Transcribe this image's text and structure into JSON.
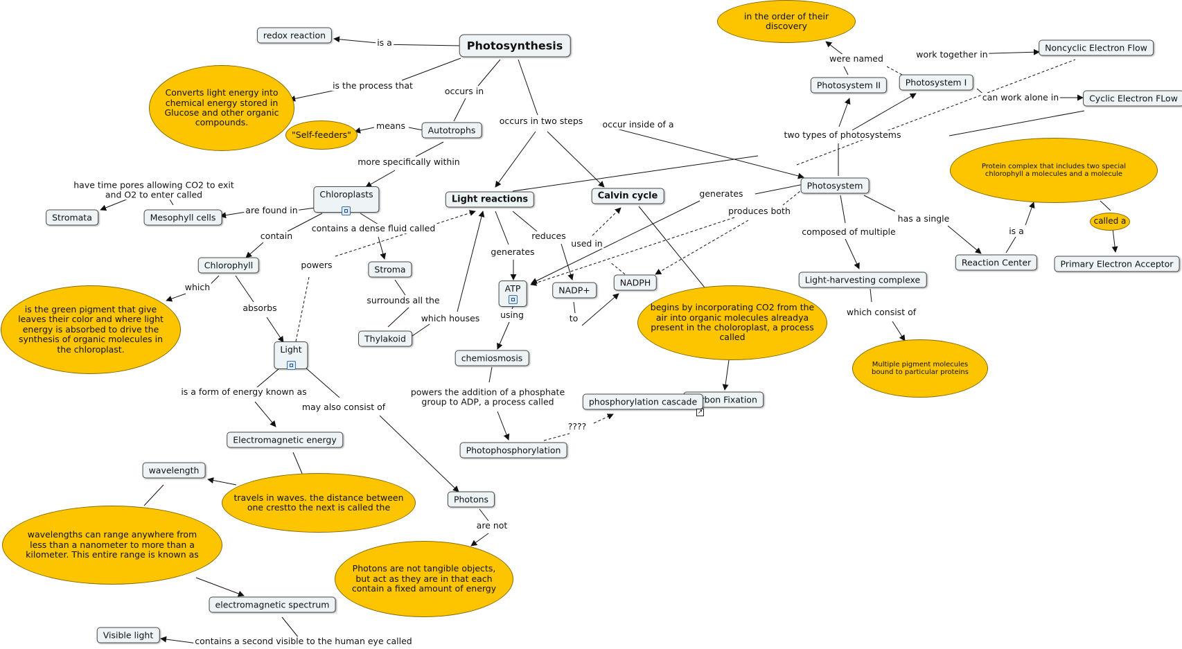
{
  "colors": {
    "concept_fill": "#eef4f6",
    "ellipse_fill": "#fcc500",
    "line": "#111111"
  },
  "nodes": {
    "photosynthesis": "Photosynthesis",
    "redox": "redox reaction",
    "autotrophs": "Autotrophs",
    "self_feeders": "\"Self-feeders\"",
    "chloroplasts": "Chloroplasts",
    "mesophyll": "Mesophyll cells",
    "stromata": "Stromata",
    "chlorophyll": "Chlorophyll",
    "stroma": "Stroma",
    "thylakoid": "Thylakoid",
    "light": "Light",
    "light_reactions": "Light reactions",
    "calvin_cycle": "Calvin cycle",
    "atp": "ATP",
    "nadp_plus": "NADP+",
    "nadph": "NADPH",
    "chemiosmosis": "chemiosmosis",
    "photophosphorylation": "Photophosphorylation",
    "phosphorylation_cascade": "phosphorylation cascade",
    "carbon_fixation": "Carbon Fixation",
    "em_energy": "Electromagnetic energy",
    "wavelength": "wavelength",
    "photons": "Photons",
    "em_spectrum": "electromagnetic spectrum",
    "visible_light": "Visible light",
    "photosystem": "Photosystem",
    "photosystem_ii": "Photosystem II",
    "photosystem_i": "Photosystem I",
    "noncyclic": "Noncyclic Electron Flow",
    "cyclic": "Cyclic Electron FLow",
    "light_harvesting": "Light-harvesting complexe",
    "reaction_center": "Reaction Center",
    "primary_acceptor": "Primary Electron Acceptor"
  },
  "ellipses": {
    "converts": "Converts light energy into chemical energy stored in Glucose and other organic compounds.",
    "green_pigment": "is the green pigment that give leaves their color and where light energy is absorbed to drive the synthesis of organic molecules in the chloroplast.",
    "travels_waves": "travels in waves. the distance between one crestto the next is called the",
    "wavelength_range": "wavelengths can range anywhere from less than a nanometer to more than a kilometer. This entire range is known as",
    "photons_not": "Photons are not tangible objects, but act as they are in that each contain a fixed amount of energy",
    "calvin_begins": "begins by incorporating CO2 from the air into organic molecules alreadya present in the choloroplast, a process called",
    "discovery_order": "in the order of their discovery",
    "protein_complex": "Protein complex that includes two special chlorophyll a molecules and a molecule",
    "called_a": "called a",
    "pigment_molecules": "Multiple pigment molecules bound to particular proteins"
  },
  "links": {
    "is_a": "is a",
    "is_process": "is the process that",
    "occurs_in": "occurs in",
    "occurs_two_steps": "occurs in two steps",
    "occur_inside": "occur inside of a",
    "means": "means",
    "more_specifically": "more specifically within",
    "time_pores": "have time pores allowing CO2 to exit\nand O2 to enter called",
    "are_found_in": "are found in",
    "contain": "contain",
    "dense_fluid": "contains a dense fluid called",
    "which": "which",
    "absorbs": "absorbs",
    "powers": "powers",
    "surrounds": "surrounds all the",
    "which_houses": "which houses",
    "form_energy": "is a form of energy known as",
    "may_consist": "may also consist of",
    "are_not": "are not",
    "second_visible": "contains a second visible to the human eye called",
    "generates_lr": "generates",
    "reduces": "reduces",
    "using": "using",
    "to": "to",
    "used_in": "used in",
    "powers_addition": "powers the addition of a phosphate\ngroup to ADP, a process called",
    "question": "????",
    "generates_ps": "generates",
    "produces_both": "produces both",
    "two_types": "two types of photosystems",
    "were_named": "were named",
    "work_together": "work together in",
    "work_alone": "can work alone in",
    "composed_of": "composed of multiple",
    "has_single": "has a single",
    "is_a2": "is a",
    "consist_of": "which consist of"
  }
}
